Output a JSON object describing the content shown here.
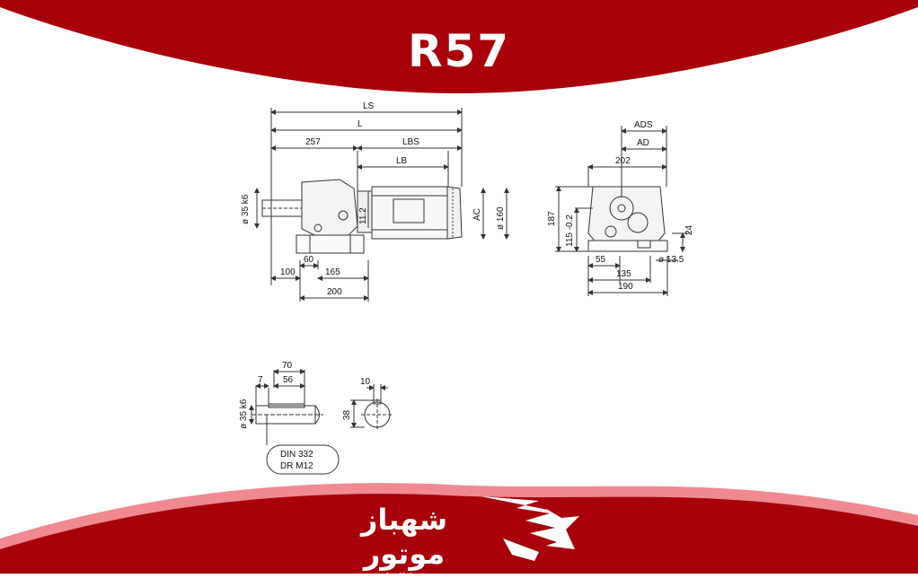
{
  "header": {
    "title": "R57"
  },
  "colors": {
    "brand_red": "#a8000a",
    "accent_pink": "#f08a90",
    "line": "#333333"
  },
  "side_view": {
    "dims_top": [
      "LS",
      "L",
      "257",
      "LBS",
      "LB"
    ],
    "dims_side": [
      "ø 35 k6",
      "11.2",
      "AC",
      "ø 160"
    ],
    "dims_bottom": [
      "100",
      "60",
      "165",
      "200"
    ]
  },
  "front_view": {
    "dims_top": [
      "ADS",
      "AD",
      "202"
    ],
    "dims_side": [
      "187",
      "115 -0.2",
      "24",
      "ø 13.5"
    ],
    "dims_bottom": [
      "55",
      "135",
      "190"
    ]
  },
  "shaft_detail": {
    "dims": [
      "70",
      "7",
      "56",
      "ø 35 k6"
    ],
    "standard_line1": "DIN 332",
    "standard_line2": "DR M12"
  },
  "key_detail": {
    "dims": [
      "10",
      "38"
    ]
  },
  "footer": {
    "brand_name": "شهباز موتور",
    "tagline": "مرجع خرید کالاهای صنعتی",
    "logo_icon": "eagle-logo-icon"
  }
}
